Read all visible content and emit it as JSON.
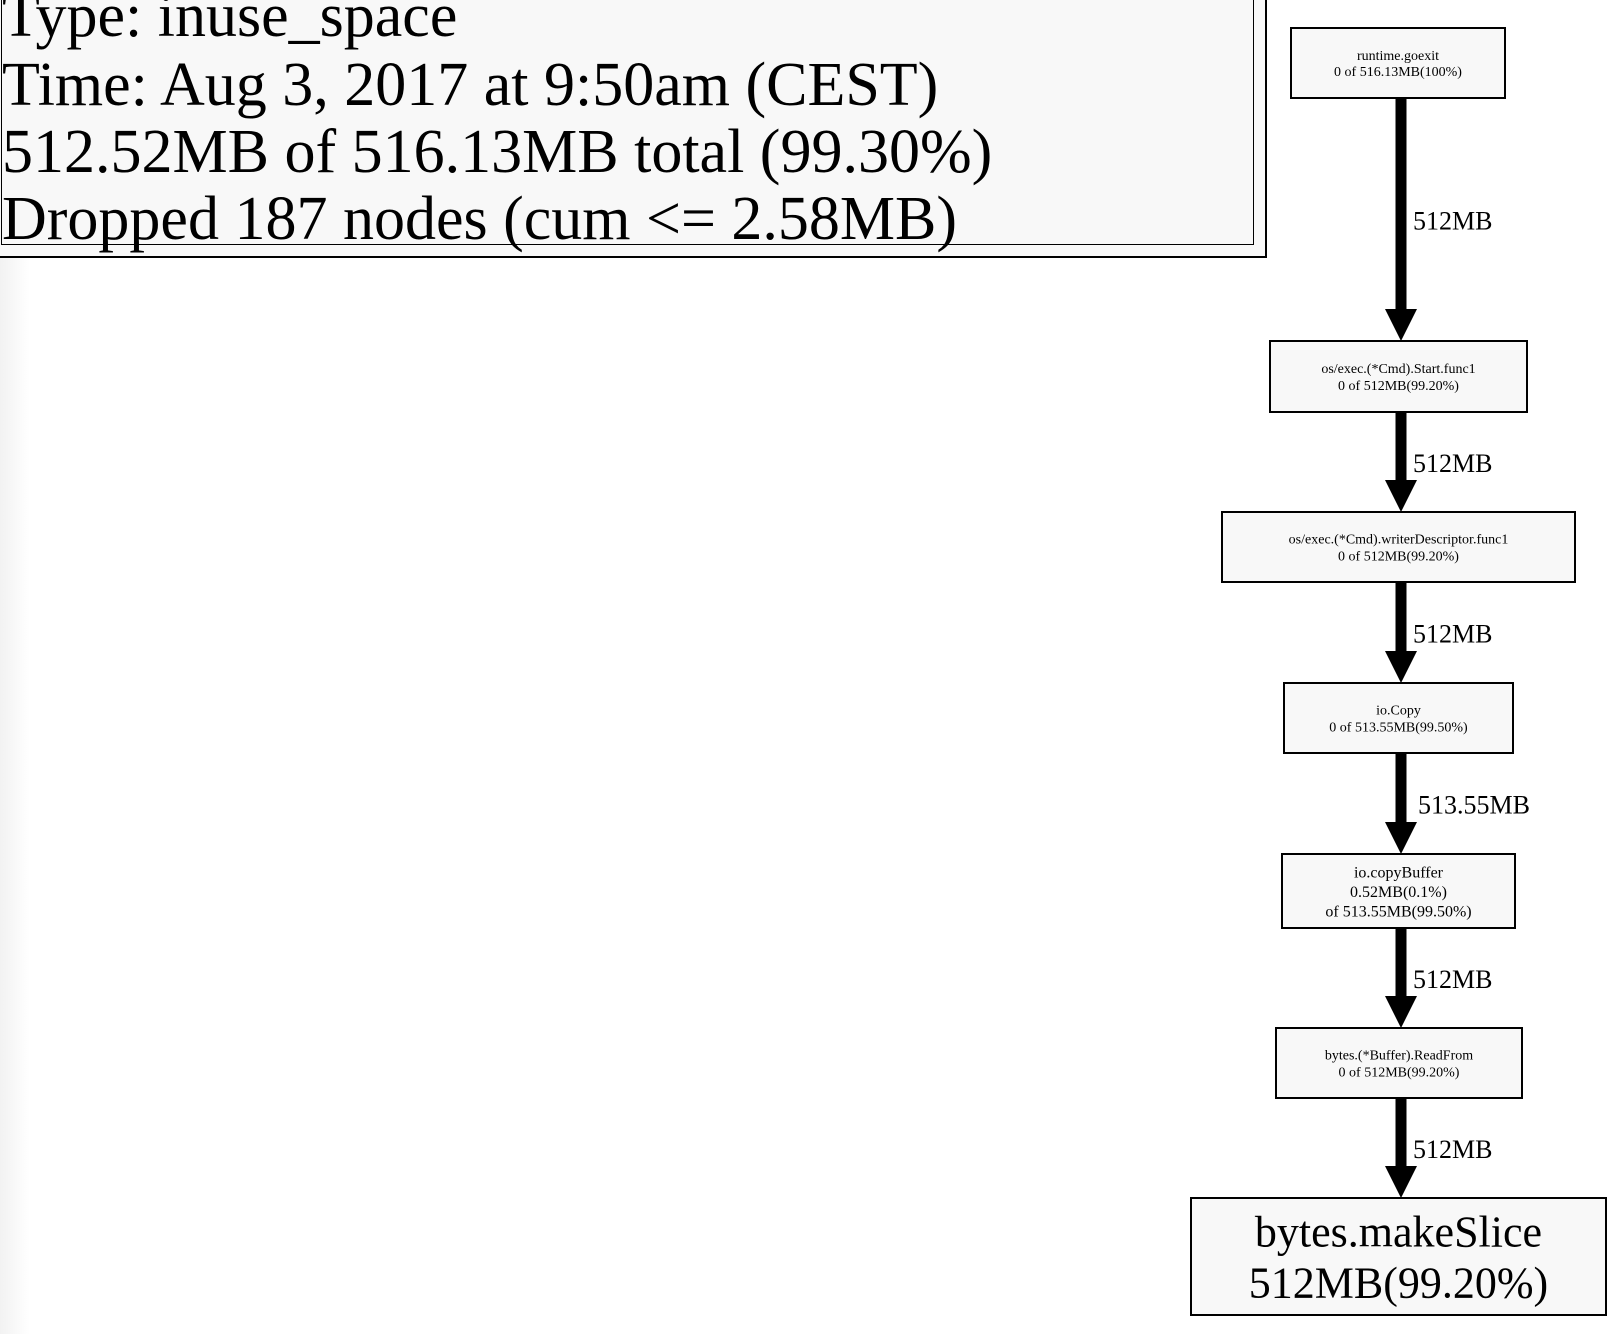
{
  "legend": {
    "type_line": "Type: inuse_space",
    "time_line": "Time: Aug 3, 2017 at 9:50am (CEST)",
    "total_line": "512.52MB of 516.13MB total (99.30%)",
    "dropped_line": "Dropped 187 nodes (cum <= 2.58MB)"
  },
  "nodes": [
    {
      "id": "runtime-goexit",
      "lines": [
        "runtime.goexit",
        "0 of 516.13MB(100%)"
      ]
    },
    {
      "id": "os-exec-cmd-start-func1",
      "lines": [
        "os/exec.(*Cmd).Start.func1",
        "0 of 512MB(99.20%)"
      ]
    },
    {
      "id": "os-exec-cmd-writerdescriptor-func1",
      "lines": [
        "os/exec.(*Cmd).writerDescriptor.func1",
        "0 of 512MB(99.20%)"
      ]
    },
    {
      "id": "io-copy",
      "lines": [
        "io.Copy",
        "0 of 513.55MB(99.50%)"
      ]
    },
    {
      "id": "io-copybuffer",
      "lines": [
        "io.copyBuffer",
        "0.52MB(0.1%)",
        "of 513.55MB(99.50%)"
      ]
    },
    {
      "id": "bytes-buffer-readfrom",
      "lines": [
        "bytes.(*Buffer).ReadFrom",
        "0 of 512MB(99.20%)"
      ]
    },
    {
      "id": "bytes-makeslice",
      "lines": [
        "bytes.makeSlice",
        "512MB(99.20%)"
      ]
    }
  ],
  "edges": [
    {
      "from": "runtime-goexit",
      "to": "os-exec-cmd-start-func1",
      "label": "512MB"
    },
    {
      "from": "os-exec-cmd-start-func1",
      "to": "os-exec-cmd-writerdescriptor-func1",
      "label": "512MB"
    },
    {
      "from": "os-exec-cmd-writerdescriptor-func1",
      "to": "io-copy",
      "label": "512MB"
    },
    {
      "from": "io-copy",
      "to": "io-copybuffer",
      "label": "513.55MB"
    },
    {
      "from": "io-copybuffer",
      "to": "bytes-buffer-readfrom",
      "label": "512MB"
    },
    {
      "from": "bytes-buffer-readfrom",
      "to": "bytes-makeslice",
      "label": "512MB"
    }
  ]
}
